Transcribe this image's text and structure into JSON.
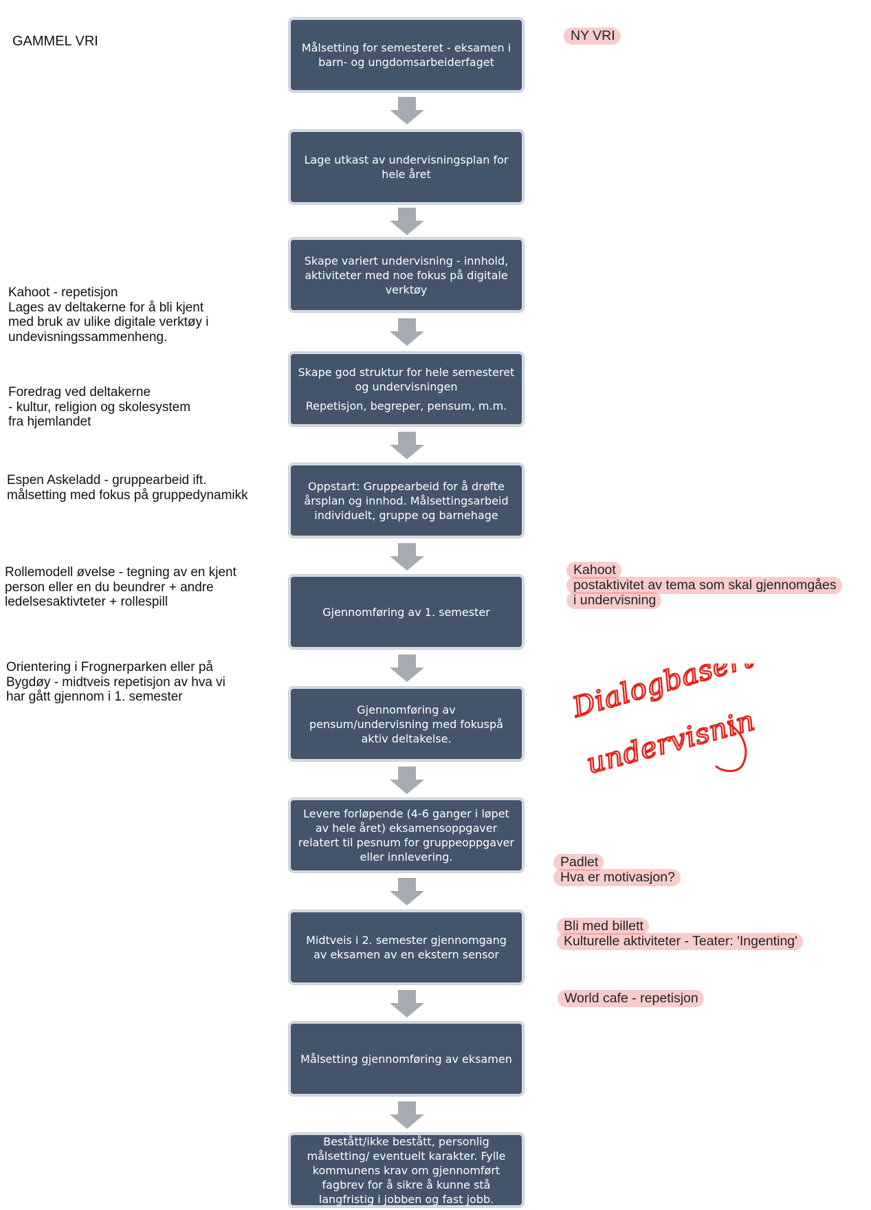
{
  "left_header": "GAMMEL VRI",
  "right_header": "NY VRI",
  "steps": [
    {
      "text": "Målsetting for semesteret - eksamen i barn- og ungdomsarbeiderfaget",
      "sub": ""
    },
    {
      "text": "Lage utkast av undervisningsplan for hele året",
      "sub": ""
    },
    {
      "text": "Skape variert undervisning - innhold, aktiviteter med noe fokus på digitale verktøy",
      "sub": ""
    },
    {
      "text": "Skape god struktur for hele semesteret og undervisningen",
      "sub": "Repetisjon, begreper, pensum, m.m."
    },
    {
      "text": "Oppstart: Gruppearbeid for å drøfte årsplan og innhod. Målsettingsarbeid individuelt, gruppe og barnehage",
      "sub": ""
    },
    {
      "text": "Gjennomføring av 1. semester",
      "sub": ""
    },
    {
      "text": "Gjennomføring av pensum/undervisning med fokuspå aktiv deltakelse.",
      "sub": ""
    },
    {
      "text": "Levere forløpende (4-6 ganger i løpet av hele året) eksamensoppgaver relatert til pesnum for gruppeoppgaver eller innlevering.",
      "sub": ""
    },
    {
      "text": "Midtveis i 2. semester gjennomgang av eksamen av en ekstern sensor",
      "sub": ""
    },
    {
      "text": "Målsetting gjennomføring av eksamen",
      "sub": ""
    },
    {
      "text": "Bestått/ikke bestått, personlig målsetting/ eventuelt karakter. Fylle kommunens krav om gjennomført fagbrev for å sikre å kunne stå langfristig i jobben og fast jobb.",
      "sub": ""
    }
  ],
  "left_notes": [
    "Kahoot - repetisjon\nLages av deltakerne for å bli kjent\nmed bruk av ulike digitale verktøy i\nundevisningssammenheng.",
    "Foredrag ved deltakerne\n- kultur, religion og skolesystem\nfra hjemlandet",
    "Espen Askeladd - gruppearbeid ift.\nmålsetting med fokus på gruppedynamikk",
    "Rollemodell øvelse - tegning av en kjent\nperson eller en du beundrer + andre\nledelsesaktivteter + rollespill",
    "Orientering i Frognerparken eller på\nBygdøy - midtveis repetisjon av hva vi\nhar gått gjennom i 1. semester"
  ],
  "right_notes": {
    "kahoot": [
      "Kahoot",
      "postaktivitet av tema som skal gjennomgåes",
      "i undervisning"
    ],
    "padlet": [
      "Padlet",
      "Hva er motivasjon?"
    ],
    "billett": [
      "Bli med billett",
      "Kulturelle aktiviteter - Teater: 'Ingenting'"
    ],
    "world_cafe": [
      "World cafe - repetisjon"
    ]
  },
  "handwritten": {
    "line1": "Dialogbasert",
    "line2": "undervisning"
  },
  "colors": {
    "box": "#44546a",
    "arrow": "#a6aab1",
    "highlight": "#f07878",
    "ink": "#e2231a"
  }
}
